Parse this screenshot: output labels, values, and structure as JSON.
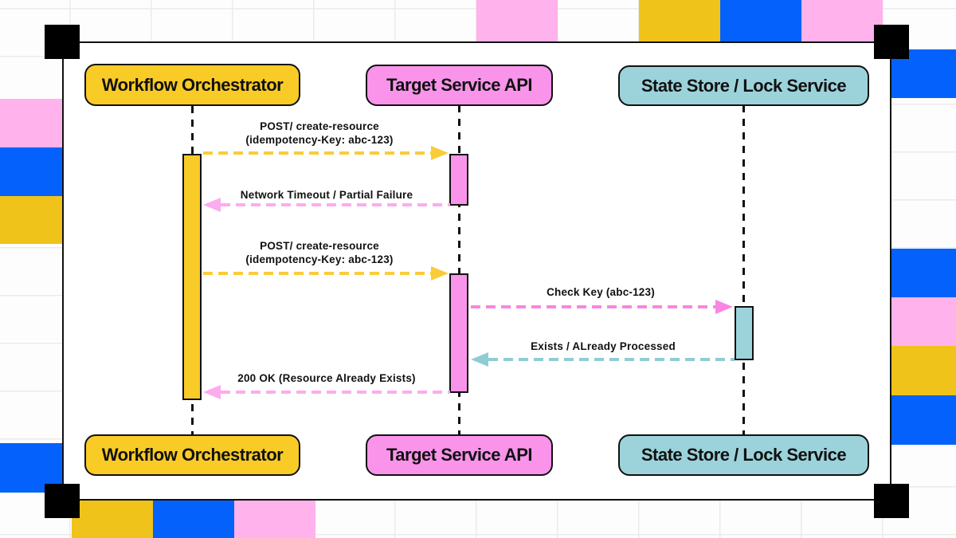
{
  "diagram": {
    "type": "sequence-diagram",
    "actors": [
      {
        "id": "workflow-orchestrator",
        "name": "Workflow Orchestrator",
        "fill": "#F9CB26"
      },
      {
        "id": "target-service-api",
        "name": "Target Service API",
        "fill": "#F994EA"
      },
      {
        "id": "state-store-lock-service",
        "name": "State Store / Lock Service",
        "fill": "#9CD3DB"
      }
    ],
    "messages": [
      {
        "n": 1,
        "from": "Workflow Orchestrator",
        "to": "Target Service API",
        "label": "POST/ create-resource",
        "label2": "(idempotency-Key: abc-123)",
        "direction": "right",
        "arrow_color": "#F9CC3A"
      },
      {
        "n": 2,
        "from": "Target Service API",
        "to": "Workflow Orchestrator",
        "label": "Network Timeout / Partial Failure",
        "direction": "left",
        "arrow_color": "#FCACEE"
      },
      {
        "n": 3,
        "from": "Workflow Orchestrator",
        "to": "Target Service API",
        "label": "POST/ create-resource",
        "label2": "(idempotency-Key: abc-123)",
        "direction": "right",
        "arrow_color": "#F9CC3A"
      },
      {
        "n": 4,
        "from": "Target Service API",
        "to": "State Store / Lock Service",
        "label": "Check Key (abc-123)",
        "direction": "right",
        "arrow_color": "#FA85E3"
      },
      {
        "n": 5,
        "from": "State Store / Lock Service",
        "to": "Target Service API",
        "label": "Exists / ALready Processed",
        "direction": "left",
        "arrow_color": "#8FCCD6"
      },
      {
        "n": 6,
        "from": "Target Service API",
        "to": "Workflow Orchestrator",
        "label": "200 OK (Resource Already Exists)",
        "direction": "left",
        "arrow_color": "#FCACEE"
      }
    ]
  },
  "palette": {
    "accent_blue": "#0561FB",
    "accent_pink_light": "#FFB2EC",
    "accent_yellow": "#F0C31A",
    "actor_yellow": "#F9CB26",
    "actor_pink": "#F994EA",
    "actor_teal": "#9CD3DB",
    "frame_black": "#111111",
    "canvas_white": "#FFFFFF"
  }
}
